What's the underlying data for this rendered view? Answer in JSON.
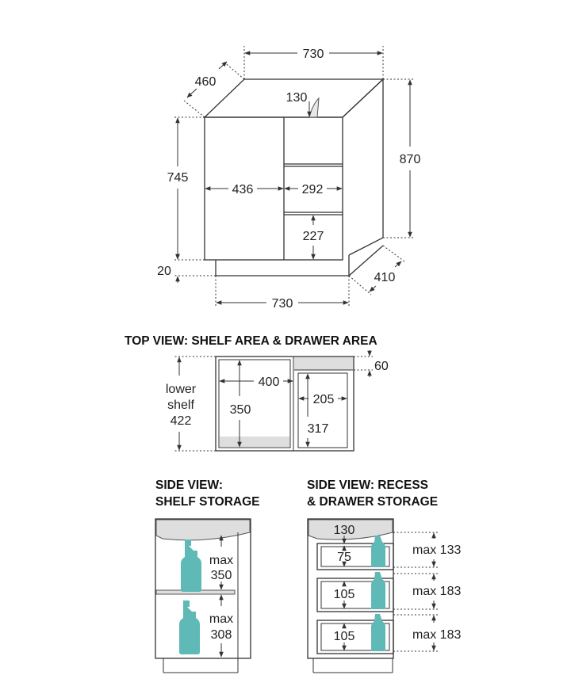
{
  "dimensions": {
    "overall_width": "730",
    "depth_top": "460",
    "tap_height": "130",
    "total_height": "870",
    "carcass_height": "745",
    "door_width": "436",
    "drawer_width": "292",
    "drawer_height": "227",
    "plinth_height": "20",
    "plinth_depth": "410",
    "base_width": "730"
  },
  "top_view": {
    "title": "TOP VIEW: SHELF AREA & DRAWER AREA",
    "lower_shelf_line1": "lower",
    "lower_shelf_line2": "shelf",
    "lower_shelf_value": "422",
    "shelf_width": "400",
    "shelf_depth": "350",
    "recess": "60",
    "drawer_width": "205",
    "drawer_depth": "317"
  },
  "side_shelf": {
    "title_line1": "SIDE VIEW:",
    "title_line2": "SHELF STORAGE",
    "upper_max_label": "max",
    "upper_max_value": "350",
    "lower_max_label": "max",
    "lower_max_value": "308"
  },
  "side_drawer": {
    "title_line1": "SIDE VIEW: RECESS",
    "title_line2": "& DRAWER STORAGE",
    "recess": "130",
    "drawer1_height": "75",
    "drawer1_max": "max 133",
    "drawer2_height": "105",
    "drawer2_max": "max 183",
    "drawer3_height": "105",
    "drawer3_max": "max 183"
  },
  "colors": {
    "bottle": "#5fb9b6",
    "basin_grey": "#dedede",
    "line": "#333333"
  }
}
